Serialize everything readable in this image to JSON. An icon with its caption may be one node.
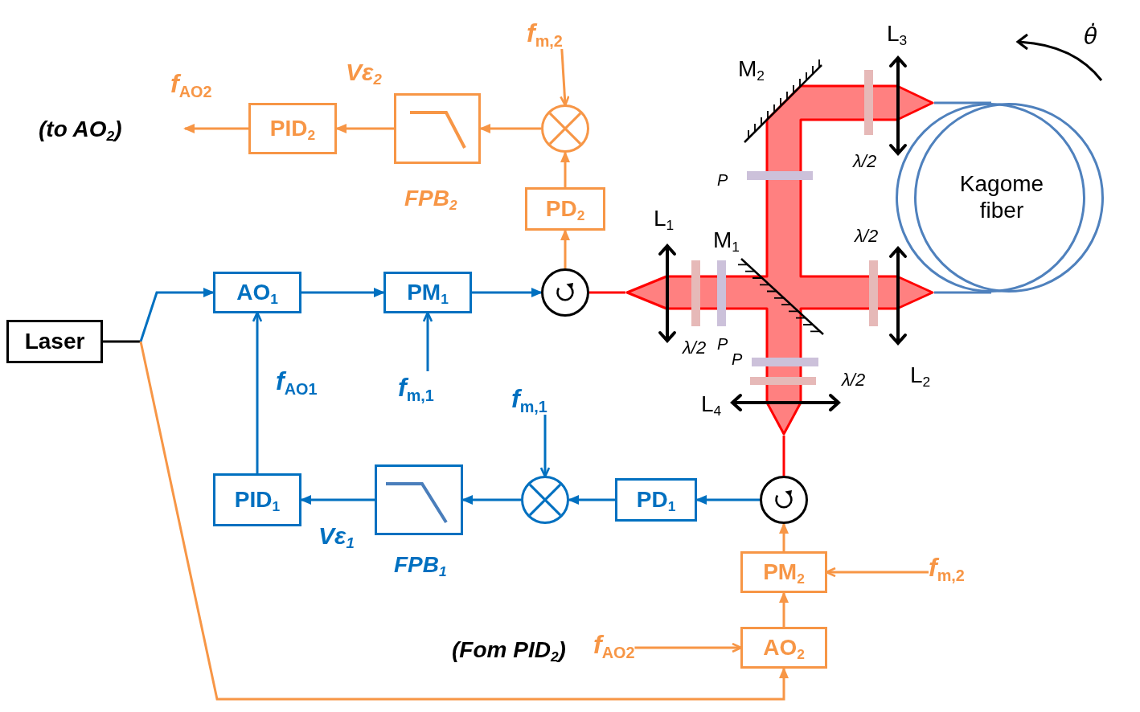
{
  "diagram": {
    "nodes": [
      {
        "text": [
          "*f*$_{m,2}$"
        ]
      },
      {
        "text": [
          "PID$_{2}$"
        ]
      },
      {
        "text": [],
        "shape": "box",
        "beside": [
          "FPB$_{2}$"
        ]
      },
      {
        "text": [],
        "shape": "circle"
      },
      {
        "text": [
          "PD$_{2}$"
        ]
      },
      {
        "text": [
          "Laser"
        ]
      },
      {
        "text": [
          "AO$_{1}$"
        ]
      },
      {
        "text": [
          "PM$_{1}$"
        ]
      },
      {
        "text": [],
        "shape": "circle"
      },
      {
        "text": [],
        "shape": "picture"
      },
      {
        "text": [
          "Kagome fiber"
        ]
      },
      {
        "text": [
          "*f*$_{m,1}$"
        ]
      },
      {
        "text": [
          "*f*$_{m,1}$"
        ]
      },
      {
        "text": [
          "PID$_{1}$"
        ]
      },
      {
        "text": [],
        "shape": "box",
        "beside": [
          "FPB$_{1}$"
        ]
      },
      {
        "text": [],
        "shape": "circle"
      },
      {
        "text": [
          "PD$_{1}$"
        ]
      },
      {
        "text": [],
        "shape": "circle"
      },
      {
        "text": [
          "PM$_{2}$"
        ]
      },
      {
        "text": [
          "*f*$_{m,2}$"
        ]
      },
      {
        "text": [
          "*f*$_{AO2}$"
        ]
      },
      {
        "text": [
          "AO$_{2}$"
        ]
      }
    ],
    "edges": [
      {
        "from": 0,
        "to": 3,
        "arrow": "to",
        "color": "#f79646"
      },
      {
        "from": 4,
        "to": 3,
        "arrow": "to",
        "color": "#f79646"
      },
      {
        "from": 3,
        "to": 2,
        "arrow": "to",
        "color": "#f79646"
      },
      {
        "from": 2,
        "to": 1,
        "arrow": "to",
        "label": "Vε$_{2}$",
        "color": "#f79646"
      },
      {
        "from": 1,
        "to": null,
        "arrow": "to",
        "label": "*f*$_{AO2}$",
        "color": "#f79646"
      },
      {
        "from": 8,
        "to": 4,
        "arrow": "to",
        "color": "#f79646"
      },
      {
        "from": 5,
        "to": 6,
        "arrow": "to",
        "color": "#0070c0"
      },
      {
        "from": 5,
        "to": 21,
        "arrow": "to",
        "color": "#f79646"
      },
      {
        "from": 6,
        "to": 7,
        "arrow": "to",
        "color": "#0070c0"
      },
      {
        "from": 7,
        "to": 8,
        "arrow": "to",
        "color": "#0070c0"
      },
      {
        "from": 11,
        "to": 7,
        "arrow": "to",
        "color": "#0070c0"
      },
      {
        "from": 13,
        "to": 6,
        "arrow": "to",
        "label": "*f*$_{AO1}$",
        "color": "#0070c0"
      },
      {
        "from": 12,
        "to": 15,
        "arrow": "to",
        "color": "#0070c0"
      },
      {
        "from": 15,
        "to": 14,
        "arrow": "to",
        "color": "#0070c0"
      },
      {
        "from": 14,
        "to": 13,
        "arrow": "to",
        "label": "Vε$_{1}$",
        "color": "#0070c0"
      },
      {
        "from": 16,
        "to": 15,
        "arrow": "to",
        "color": "#0070c0"
      },
      {
        "from": 17,
        "to": 16,
        "arrow": "to",
        "color": "#0070c0"
      },
      {
        "from": 8,
        "to": 9,
        "arrow": "none",
        "color": "#ff0000"
      },
      {
        "from": 9,
        "to": 17,
        "arrow": "none",
        "color": "#ff0000"
      },
      {
        "from": 9,
        "to": 10,
        "arrow": "none",
        "color": "#4f81bd"
      },
      {
        "from": 9,
        "to": 10,
        "arrow": "none",
        "color": "#4f81bd"
      },
      {
        "from": 18,
        "to": 17,
        "arrow": "to",
        "color": "#f79646"
      },
      {
        "from": 21,
        "to": 18,
        "arrow": "to",
        "color": "#f79646"
      },
      {
        "from": 19,
        "to": 18,
        "arrow": "to",
        "color": "#f79646"
      },
      {
        "from": 20,
        "to": 21,
        "arrow": "to",
        "color": "#f79646"
      }
    ],
    "labels": [
      "L$_{3}$",
      "θ̇",
      "M$_{2}$",
      "(to AO$_{2}$)",
      "λ/2",
      "P",
      "L$_{1}$",
      "M$_{1}$",
      "λ/2",
      "λ/2",
      "P",
      "P",
      "L$_{2}$",
      "λ/2",
      "L$_{4}$",
      "(Fom PID$_{2}$)"
    ]
  }
}
